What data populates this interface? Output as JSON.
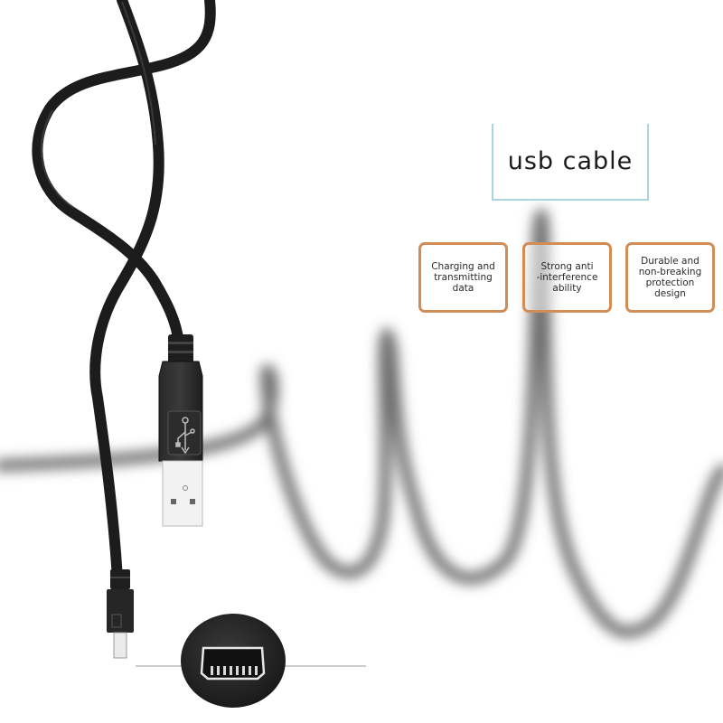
{
  "title": "usb cable",
  "features": [
    {
      "label": "Charging and\ntransmitting data"
    },
    {
      "label": "Strong anti\n-interference\nability"
    },
    {
      "label": "Durable and\nnon-breaking\nprotection design"
    }
  ],
  "colors": {
    "title_border": "#a9d6de",
    "feature_border": "#d08d58",
    "cable": "#1c1c1c",
    "blur_cable": "#6e6e6e"
  },
  "icons": [
    "usb-trident-icon",
    "micro-usb-port-icon"
  ]
}
